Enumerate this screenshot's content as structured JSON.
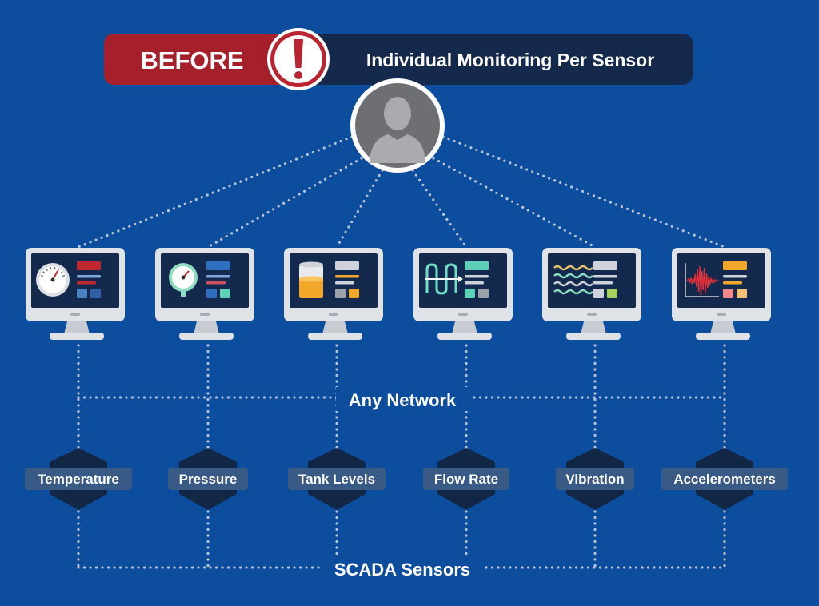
{
  "banner": {
    "before_label": "BEFORE",
    "alert_glyph": "!",
    "title": "Individual Monitoring Per Sensor"
  },
  "network_label": "Any Network",
  "scada_label": "SCADA Sensors",
  "sensors": [
    {
      "label": "Temperature",
      "screen": "gauge-icon"
    },
    {
      "label": "Pressure",
      "screen": "pressure-gauge-icon"
    },
    {
      "label": "Tank Levels",
      "screen": "tank-icon"
    },
    {
      "label": "Flow Rate",
      "screen": "flow-icon"
    },
    {
      "label": "Vibration",
      "screen": "wave-icon"
    },
    {
      "label": "Accelerometers",
      "screen": "waveform-icon"
    }
  ],
  "colors": {
    "background": "#0d4d9e",
    "banner_red": "#a5202b",
    "banner_dark": "#15294d",
    "monitor_frame": "#dfe2e6",
    "screen": "#132a4e",
    "hexagon": "#122746",
    "label_box": "#3a5a86"
  }
}
